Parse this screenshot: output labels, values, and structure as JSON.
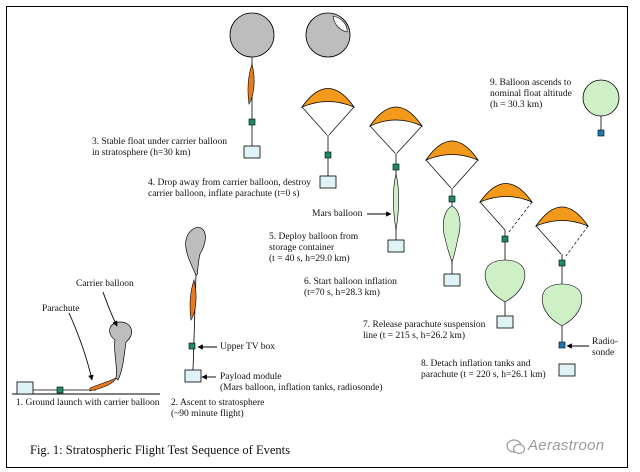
{
  "steps": [
    {
      "label": "1. Ground launch with carrier balloon"
    },
    {
      "label": "2. Ascent to stratosphere\n(~90 minute flight)"
    },
    {
      "label": "3. Stable float under carrier balloon\nin stratosphere (h=30 km)"
    },
    {
      "label": "4. Drop away from carrier balloon, destroy\ncarrier balloon, inflate parachute (t=0 s)"
    },
    {
      "label": "5. Deploy balloon from\nstorage container\n(t = 40 s, h=29.0 km)"
    },
    {
      "label": "6. Start balloon inflation\n(t=70 s, h=28.3 km)"
    },
    {
      "label": "7. Release parachute suspension\nline (t = 215 s, h=26.2 km)"
    },
    {
      "label": "8. Detach inflation tanks and\nparachute (t = 220 s, h=26.1 km)"
    },
    {
      "label": "9. Balloon ascends to\nnominal float altitude\n(h = 30.3 km)"
    }
  ],
  "callouts": {
    "carrier_balloon": "Carrier balloon",
    "parachute": "Parachute",
    "upper_tv_box": "Upper TV box",
    "payload_module": "Payload module\n(Mars balloon, inflation tanks, radiosonde)",
    "mars_balloon": "Mars balloon",
    "radiosonde": "Radio-\nsonde"
  },
  "caption": "Fig. 1: Stratospheric Flight Test Sequence of Events",
  "watermark": "Aerastroon",
  "colors": {
    "carrier_gray": "#bdbdbd",
    "parachute_orange": "#f39a1c",
    "mars_green": "#cff0c6",
    "payload_blue": "#dff3f7",
    "tv_box_teal": "#1f8a6a",
    "radiosonde_blue": "#1e78b4",
    "ascent_orange": "#e87b1e"
  }
}
